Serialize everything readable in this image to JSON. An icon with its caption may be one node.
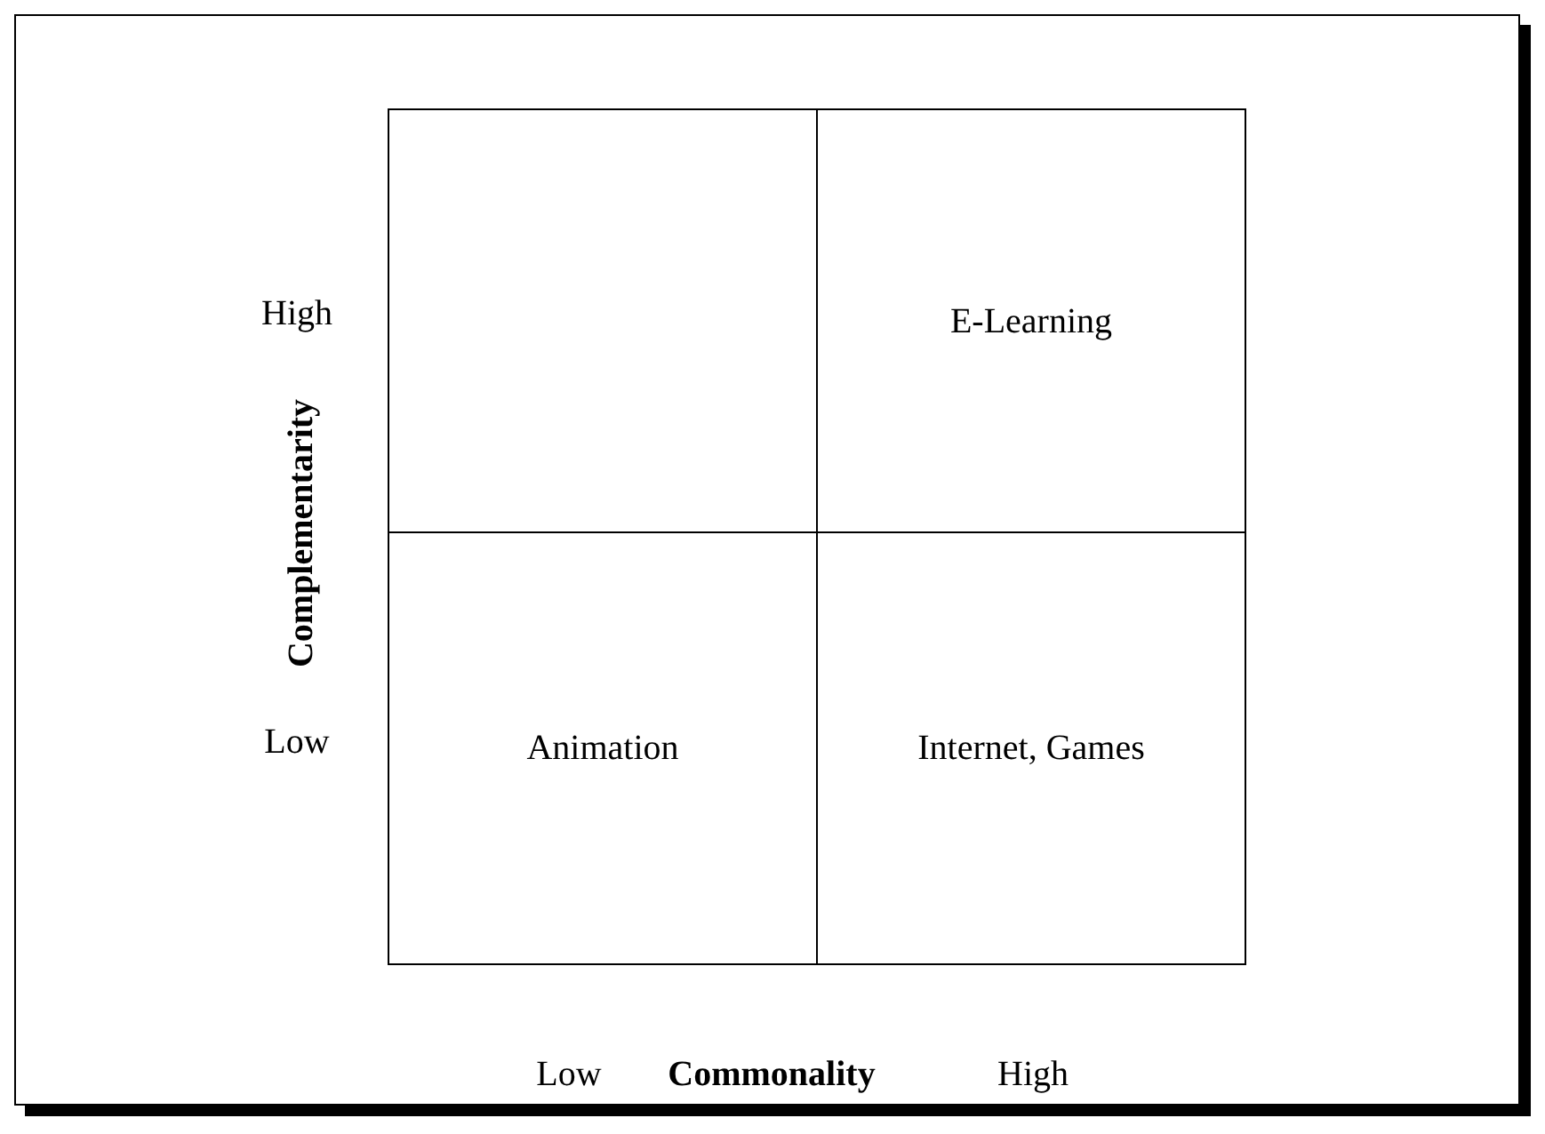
{
  "diagram": {
    "nodes": [
      {
        "text": [],
        "shape": "box"
      },
      {
        "text": [
          "E-Learning"
        ]
      },
      {
        "text": [
          "Animation"
        ]
      },
      {
        "text": [
          "Internet, Games"
        ]
      }
    ],
    "labels": [
      "High",
      "Complementarity",
      "Low",
      "Low",
      "Commonality",
      "High"
    ]
  }
}
